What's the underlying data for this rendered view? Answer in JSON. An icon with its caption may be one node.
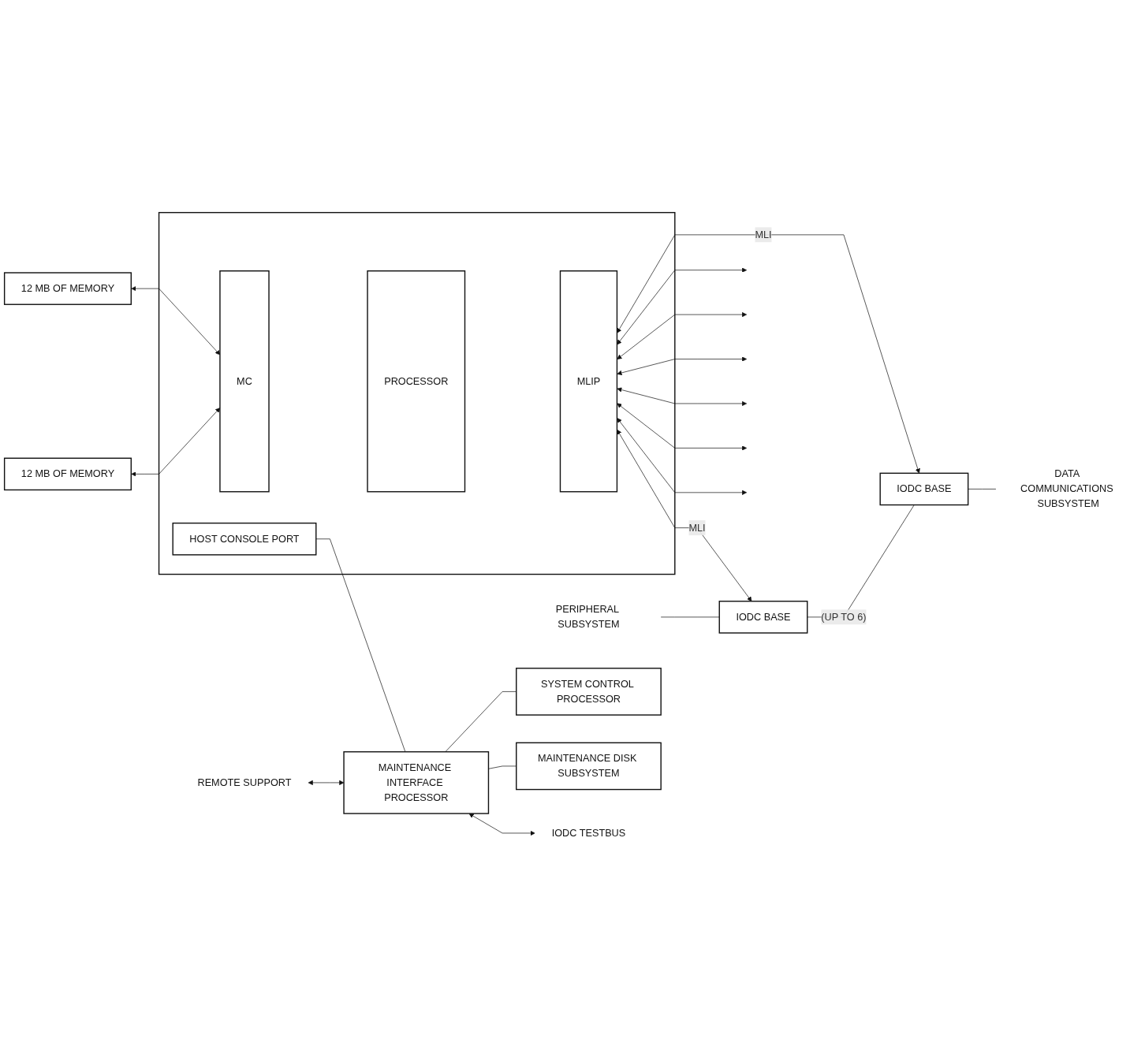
{
  "diagram": {
    "nodes": [
      {
        "text": [
          "PERIPHERAL SUBSYSTEM"
        ]
      },
      {
        "text": [
          "12 MB OF MEMORY"
        ]
      },
      {
        "text": [],
        "shape": "box"
      },
      {
        "text": [
          "MC"
        ],
        "in": 2
      },
      {
        "text": [
          "PROCESSOR"
        ],
        "in": 2
      },
      {
        "text": [
          "MLIP"
        ],
        "in": 2
      },
      {
        "text": [
          "HOST CONSOLE PORT"
        ],
        "in": 2
      },
      {
        "text": [
          "IODC BASE"
        ]
      },
      {
        "text": [
          "12 MB OF MEMORY"
        ]
      },
      {
        "text": [
          "IODC BASE"
        ]
      },
      {
        "text": [
          "DATA COMMUNICATIONS SUBSYSTEM"
        ]
      },
      {
        "text": [
          "REMOTE SUPPORT"
        ]
      },
      {
        "text": [
          "MAINTENANCE INTERFACE PROCESSOR"
        ]
      },
      {
        "text": [
          "IODC TESTBUS"
        ]
      },
      {
        "text": [
          "MAINTENANCE DISK SUBSYSTEM"
        ]
      },
      {
        "text": [
          "SYSTEM CONTROL PROCESSOR"
        ]
      }
    ],
    "edges": [
      {
        "from": 0,
        "to": 7,
        "arrow": "none"
      },
      {
        "from": 1,
        "to": 3,
        "arrow": "both"
      },
      {
        "from": 8,
        "to": 3,
        "arrow": "both"
      },
      {
        "from": 5,
        "to": 7,
        "arrow": "both",
        "label": "MLI"
      },
      {
        "from": 5,
        "to": null,
        "arrow": "both"
      },
      {
        "from": 5,
        "to": null,
        "arrow": "both"
      },
      {
        "from": 5,
        "to": null,
        "arrow": "both"
      },
      {
        "from": 5,
        "to": null,
        "arrow": "both"
      },
      {
        "from": 5,
        "to": null,
        "arrow": "both"
      },
      {
        "from": 5,
        "to": null,
        "arrow": "both"
      },
      {
        "from": 5,
        "to": 9,
        "arrow": "both",
        "label": "MLI"
      },
      {
        "from": 7,
        "to": 9,
        "arrow": "none",
        "label": "(UP TO 6)"
      },
      {
        "from": 9,
        "to": 10,
        "arrow": "none"
      },
      {
        "from": 6,
        "to": 12,
        "arrow": "none"
      },
      {
        "from": 11,
        "to": 12,
        "arrow": "both"
      },
      {
        "from": 12,
        "to": 13,
        "arrow": "both"
      },
      {
        "from": 12,
        "to": 14,
        "arrow": "none"
      },
      {
        "from": 12,
        "to": 15,
        "arrow": "none"
      }
    ]
  }
}
